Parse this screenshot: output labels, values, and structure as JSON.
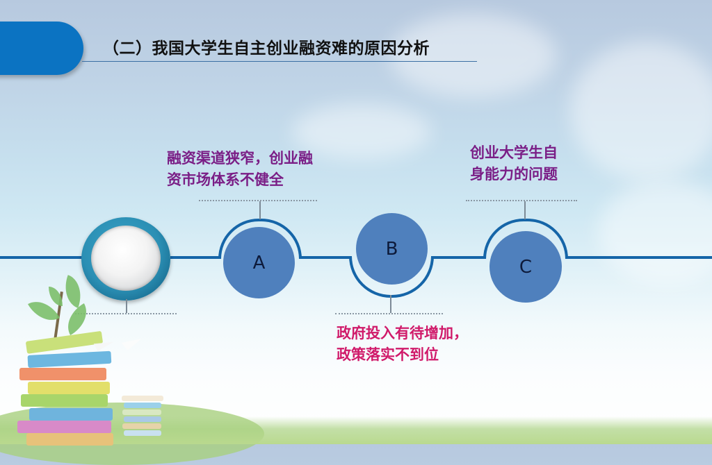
{
  "slide": {
    "title": "（二）我国大学生自主创业融资难的原因分析",
    "colors": {
      "tab": "#0b73c2",
      "timeline": "#1565a8",
      "node_fill": "#4f80bd",
      "label_purple": "#7a1e86",
      "label_pink": "#d01a6a"
    }
  },
  "nodes": [
    {
      "id": "A",
      "label": "A"
    },
    {
      "id": "B",
      "label": "B"
    },
    {
      "id": "C",
      "label": "C"
    }
  ],
  "labels": {
    "a_line1": "融资渠道狭窄，创业融",
    "a_line2": "资市场体系不健全",
    "b_line1": "政府投入有待增加，",
    "b_line2": "政策落实不到位",
    "c_line1": "创业大学生自",
    "c_line2": "身能力的问题"
  },
  "icons": {
    "pearl": "pearl-button-icon",
    "books": "book-stack-illustration",
    "plant": "sprout-icon",
    "planes": "paper-plane-icon"
  }
}
